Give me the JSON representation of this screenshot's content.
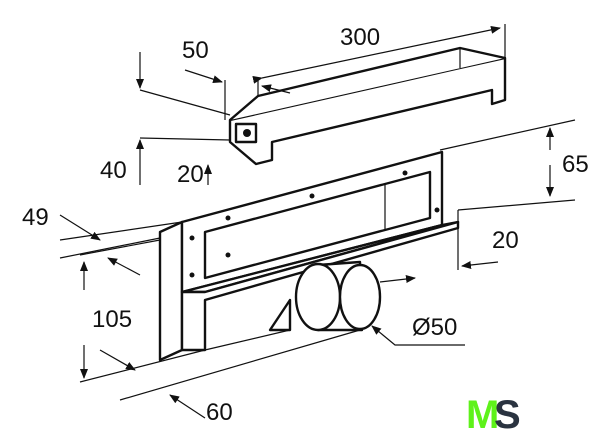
{
  "dimensions": {
    "length_300": "300",
    "width_50": "50",
    "height_40": "40",
    "depth_20_bracket": "20",
    "height_65": "65",
    "depth_49": "49",
    "offset_20": "20",
    "height_105": "105",
    "pipe_diameter": "Ø50",
    "depth_60": "60"
  },
  "logo": {
    "text_m": "M",
    "text_s": "S",
    "color_m": "#5ef21a",
    "color_s": "#2a3340"
  }
}
